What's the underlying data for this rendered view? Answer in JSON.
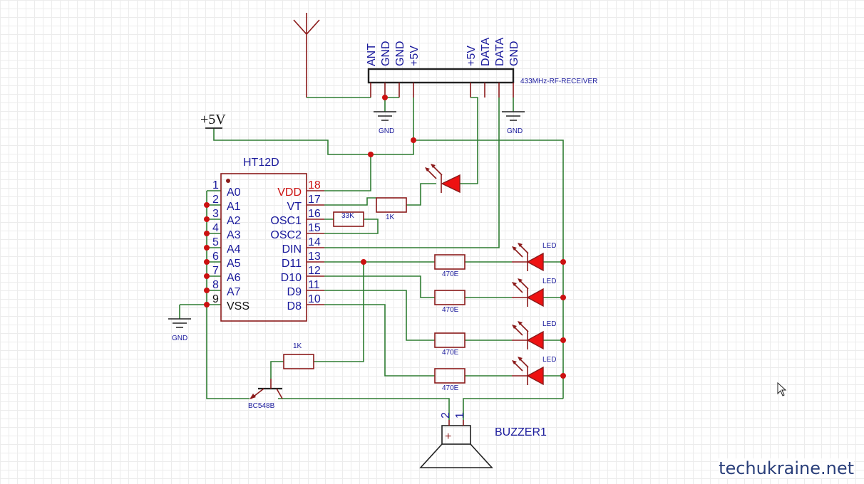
{
  "ic": {
    "title": "HT12D",
    "left_pins": [
      {
        "num": "1",
        "name": "A0"
      },
      {
        "num": "2",
        "name": "A1"
      },
      {
        "num": "3",
        "name": "A2"
      },
      {
        "num": "4",
        "name": "A3"
      },
      {
        "num": "5",
        "name": "A4"
      },
      {
        "num": "6",
        "name": "A5"
      },
      {
        "num": "7",
        "name": "A6"
      },
      {
        "num": "8",
        "name": "A7"
      },
      {
        "num": "9",
        "name": "VSS"
      }
    ],
    "right_pins": [
      {
        "num": "18",
        "name": "VDD"
      },
      {
        "num": "17",
        "name": "VT"
      },
      {
        "num": "16",
        "name": "OSC1"
      },
      {
        "num": "15",
        "name": "OSC2"
      },
      {
        "num": "14",
        "name": "DIN"
      },
      {
        "num": "13",
        "name": "D11"
      },
      {
        "num": "12",
        "name": "D10"
      },
      {
        "num": "11",
        "name": "D9"
      },
      {
        "num": "10",
        "name": "D8"
      }
    ]
  },
  "receiver": {
    "name": "433MHz-RF-RECEIVER",
    "pins": [
      "ANT",
      "GND",
      "GND",
      "+5V",
      "+5V",
      "DATA",
      "DATA",
      "GND"
    ]
  },
  "supply_label": "+5V",
  "ground_label": "GND",
  "resistors": {
    "osc": "33K",
    "vt": "1K",
    "base": "1K",
    "led": [
      "470E",
      "470E",
      "470E",
      "470E"
    ]
  },
  "led_label": "LED",
  "transistor": "BC548B",
  "buzzer": {
    "name": "BUZZER1",
    "pin_plus": "2",
    "pin_minus": "1",
    "plus_symbol": "+"
  },
  "watermark": "techukraine.net",
  "colors": {
    "wire": "#2e7d32",
    "component": "#8b1a1a",
    "junction": "#cc1111",
    "text": "#1a1a9c",
    "led_fill": "#ee1111"
  }
}
